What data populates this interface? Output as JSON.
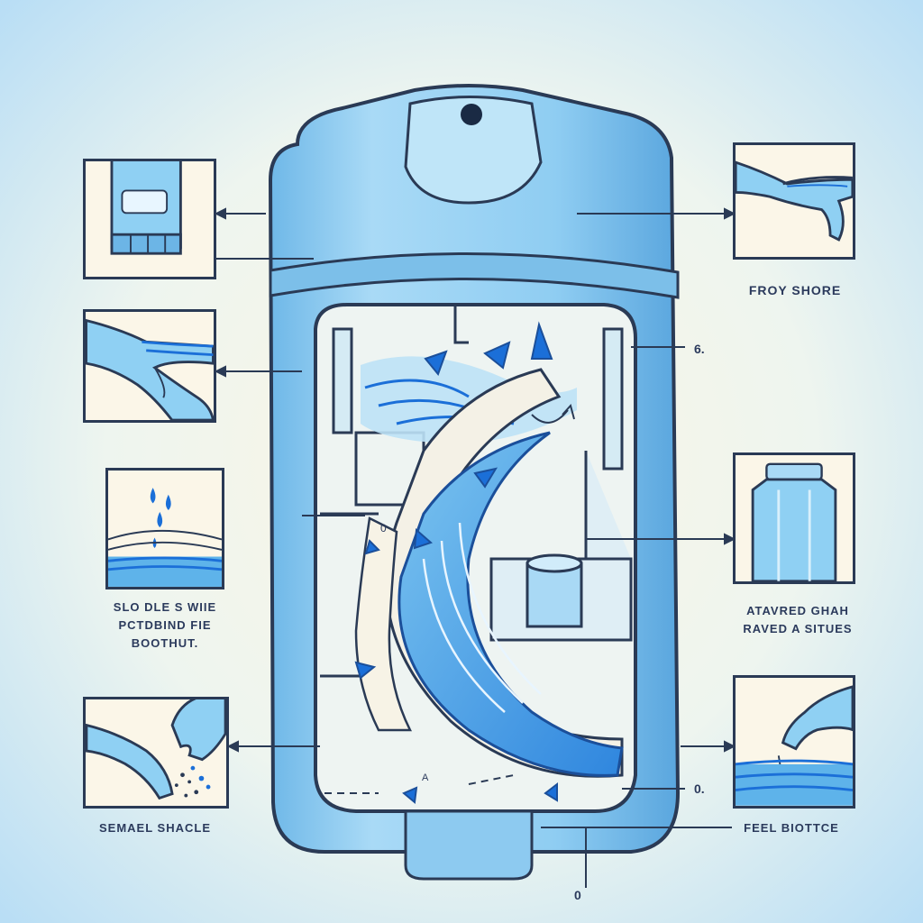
{
  "labels": {
    "top_right": "FROY SHORE",
    "mid_right": [
      "ATAVRED GHAH",
      "RAVED A SITUES"
    ],
    "mid_left": [
      "SLO DLE S WIIE",
      "PCTDBIND FIE",
      "BOOTHUT."
    ],
    "bottom_left": "SEMAEL SHACLE",
    "bottom_right": "FEEL BIOTTCE"
  },
  "markers": {
    "upper_right": "6.",
    "lower_right": "0.",
    "bottom": "0",
    "inner_left": "0",
    "inner_bottom": "A"
  },
  "colors": {
    "background": "#cfe9f7",
    "paper": "#fbf6e8",
    "outline": "#2a3a55",
    "blue_light": "#9fd3f2",
    "blue_mid": "#5eb3ea",
    "blue_deep": "#1b6fd8"
  }
}
